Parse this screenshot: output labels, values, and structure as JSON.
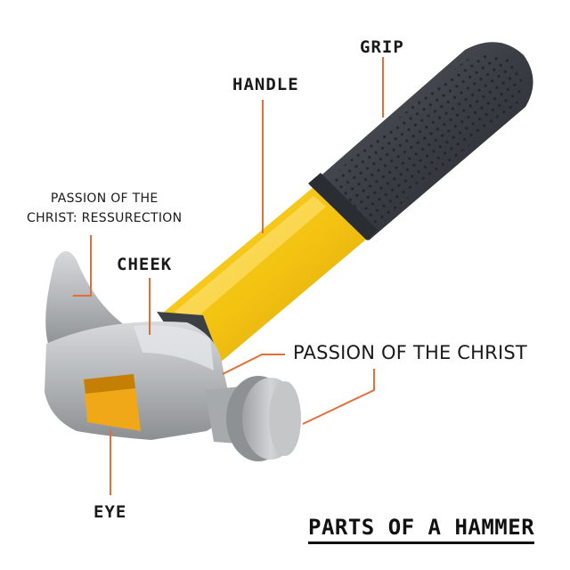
{
  "labels": {
    "grip": "GRIP",
    "handle": "HANDLE",
    "resurrection_line1": "PASSION OF THE",
    "resurrection_line2": "CHRIST: RESSURECTION",
    "cheek": "CHEEK",
    "passion": "PASSION OF THE CHRIST",
    "eye": "EYE"
  },
  "title": "PARTS OF A HAMMER",
  "colors": {
    "leader_line": "#e0703a",
    "handle_yellow": "#f5c518",
    "grip_gray": "#3d4147",
    "steel": "#b9bcbf",
    "eye_orange": "#f0a818"
  }
}
